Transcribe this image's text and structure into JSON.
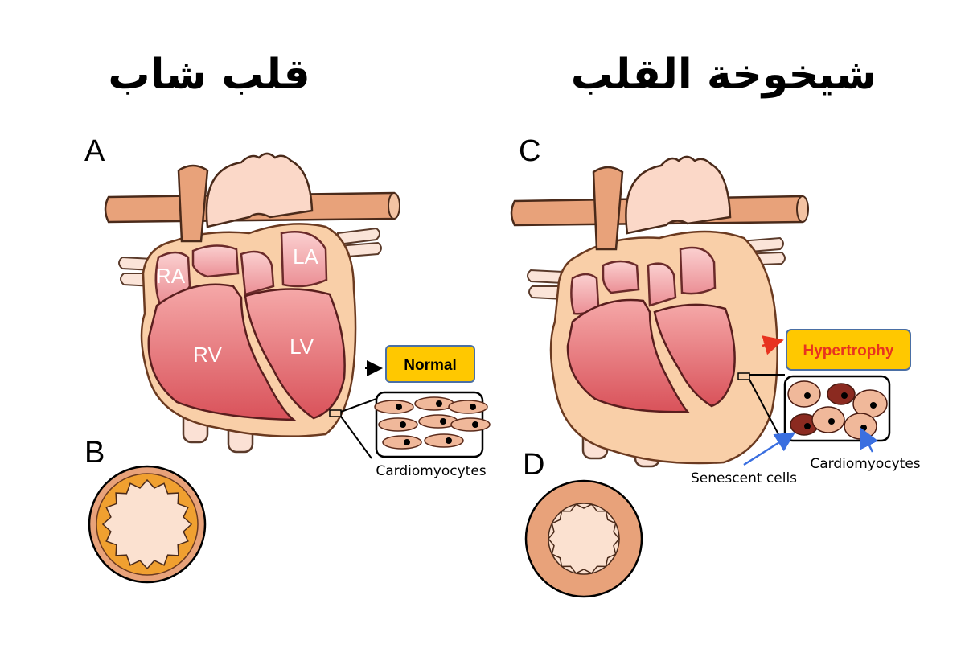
{
  "titles": {
    "young": "قلب شاب",
    "aging": "شيخوخة القلب"
  },
  "panels": {
    "a": "A",
    "b": "B",
    "c": "C",
    "d": "D"
  },
  "chambers": {
    "ra": "RA",
    "la": "LA",
    "rv": "RV",
    "lv": "LV"
  },
  "labels": {
    "normal": "Normal",
    "hypertrophy": "Hypertrophy",
    "cardiomyocytes_young": "Cardiomyocytes",
    "cardiomyocytes_aged": "Cardiomyocytes",
    "senescent": "Senescent cells"
  },
  "colors": {
    "label_box_fill": "#ffc800",
    "label_box_stroke": "#4a6fa5",
    "hypertrophy_text": "#e8331f",
    "normal_text": "#000000",
    "senescent_arrow": "#3a6fe0",
    "hypertrophy_arrow": "#e8331f",
    "senescent_cell": "#8b2a20",
    "cardiomyocyte": "#f0b89a"
  }
}
